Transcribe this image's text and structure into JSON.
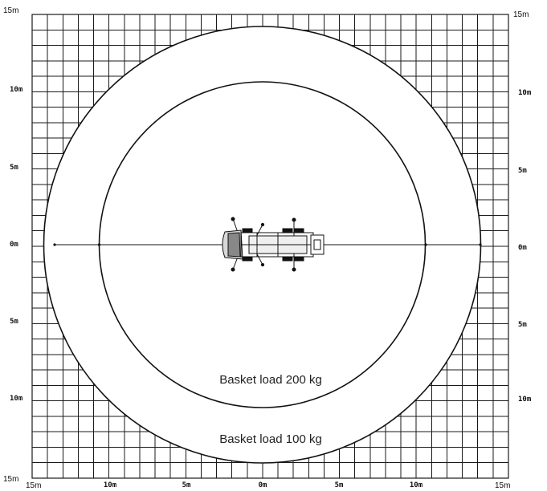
{
  "corner_labels": {
    "top_left": "15m",
    "top_right": "15m",
    "bottom_left": "15m",
    "bottom_left_x": "15m",
    "bottom_right_x": "15m"
  },
  "left_ticks": [
    "10m",
    "5m",
    "0m",
    "5m",
    "10m"
  ],
  "right_ticks": [
    "10m",
    "5m",
    "0m",
    "5m",
    "10m"
  ],
  "bottom_ticks": [
    "10m",
    "5m",
    "0m",
    "5m",
    "10m"
  ],
  "zones": [
    {
      "label": "Basket load 200 kg",
      "radius_m": 11.6
    },
    {
      "label": "Basket load 100 kg",
      "radius_m": 15.5
    }
  ],
  "vehicle": {
    "icon": "aerial-work-platform-truck-topview-icon"
  },
  "colors": {
    "line": "#111111",
    "background": "#ffffff"
  }
}
